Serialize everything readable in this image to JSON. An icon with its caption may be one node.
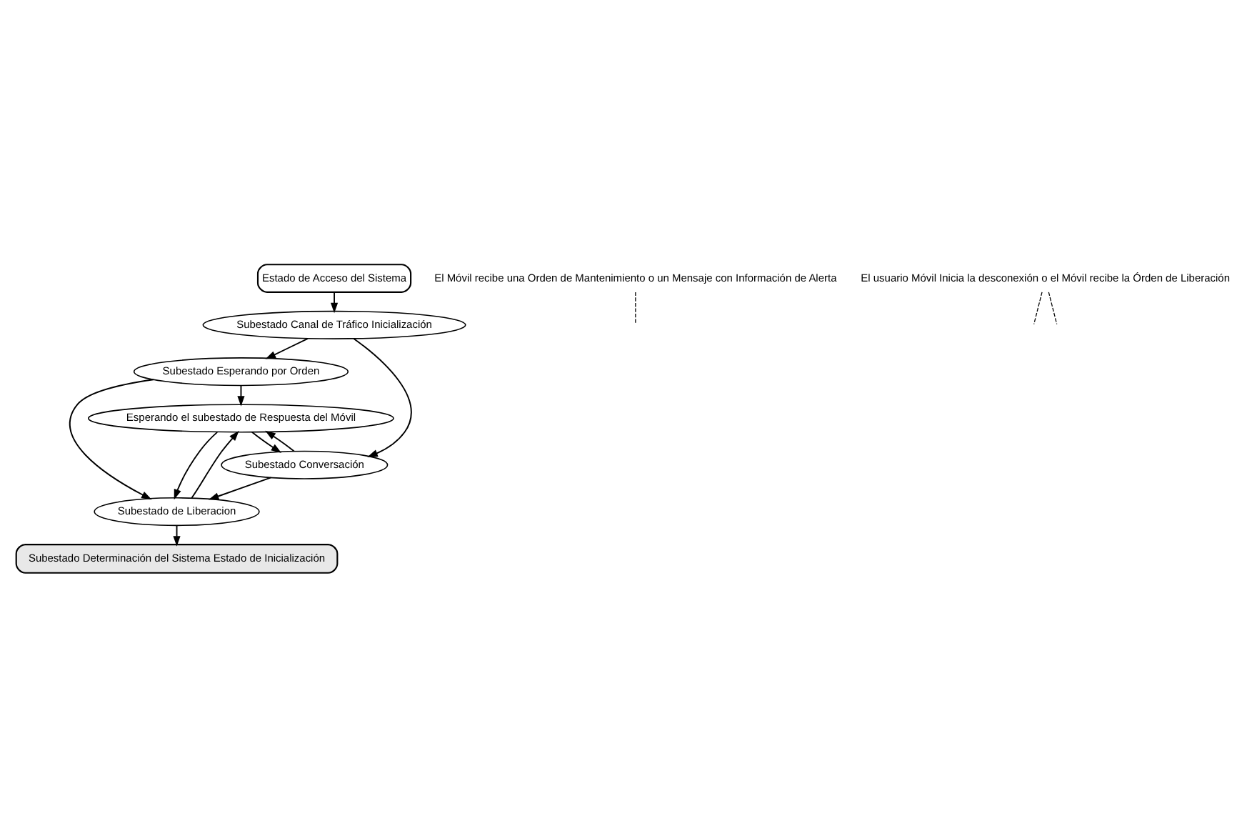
{
  "diagram": {
    "nodes": [
      {
        "text": [
          "Estado de Acceso del Sistema"
        ]
      },
      {
        "text": [
          "Subestado Canal de Tráfico Inicialización"
        ]
      },
      {
        "text": [
          "Subestado Esperando por Orden"
        ]
      },
      {
        "text": [
          "Esperando el subestado de Respuesta del Móvil"
        ]
      },
      {
        "text": [
          "Subestado Conversación"
        ]
      },
      {
        "text": [
          "Subestado de Liberacion"
        ]
      },
      {
        "text": [
          "Subestado Determinación del Sistema Estado de Inicialización"
        ]
      },
      {
        "text": [
          "El Móvil recibe una Orden de Mantenimiento o un Mensaje con Información de Alerta"
        ]
      },
      {
        "text": [
          "El usuario Móvil Inicia la desconexión o el Móvil recibe la Órden de Liberación"
        ]
      }
    ],
    "edges": [
      {
        "from": 0,
        "to": 1,
        "arrow": "to"
      },
      {
        "from": 1,
        "to": 2,
        "arrow": "to"
      },
      {
        "from": 1,
        "to": 4,
        "arrow": "to"
      },
      {
        "from": 2,
        "to": 3,
        "arrow": "to"
      },
      {
        "from": 2,
        "to": 5,
        "arrow": "to"
      },
      {
        "from": 3,
        "to": 4,
        "arrow": "to"
      },
      {
        "from": 3,
        "to": 5,
        "arrow": "to"
      },
      {
        "from": 4,
        "to": 3,
        "arrow": "to"
      },
      {
        "from": 4,
        "to": 5,
        "arrow": "to"
      },
      {
        "from": 5,
        "to": 3,
        "arrow": "to"
      },
      {
        "from": 5,
        "to": 6,
        "arrow": "to"
      },
      {
        "from": 7,
        "to": null,
        "arrow": "none",
        "style": "dashed"
      },
      {
        "from": 8,
        "to": null,
        "arrow": "none",
        "style": "dashed"
      },
      {
        "from": 8,
        "to": null,
        "arrow": "none",
        "style": "dashed"
      }
    ]
  }
}
